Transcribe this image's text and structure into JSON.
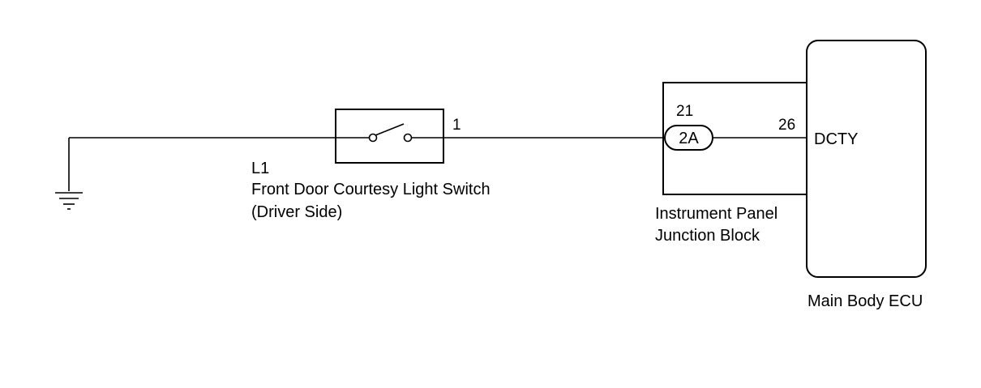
{
  "colors": {
    "line": "#000000",
    "background": "#ffffff"
  },
  "ground": {
    "icon": "ground-symbol-icon"
  },
  "switch": {
    "connector": "L1",
    "name": "Front Door Courtesy Light Switch",
    "side": "(Driver Side)",
    "pin": "1",
    "icon": "switch-contact-icon"
  },
  "junction_block": {
    "name_line1": "Instrument Panel",
    "name_line2": "Junction Block",
    "connector": "2A",
    "pin_in": "21",
    "pin_out": "26"
  },
  "ecu": {
    "name": "Main Body ECU",
    "terminal": "DCTY"
  }
}
